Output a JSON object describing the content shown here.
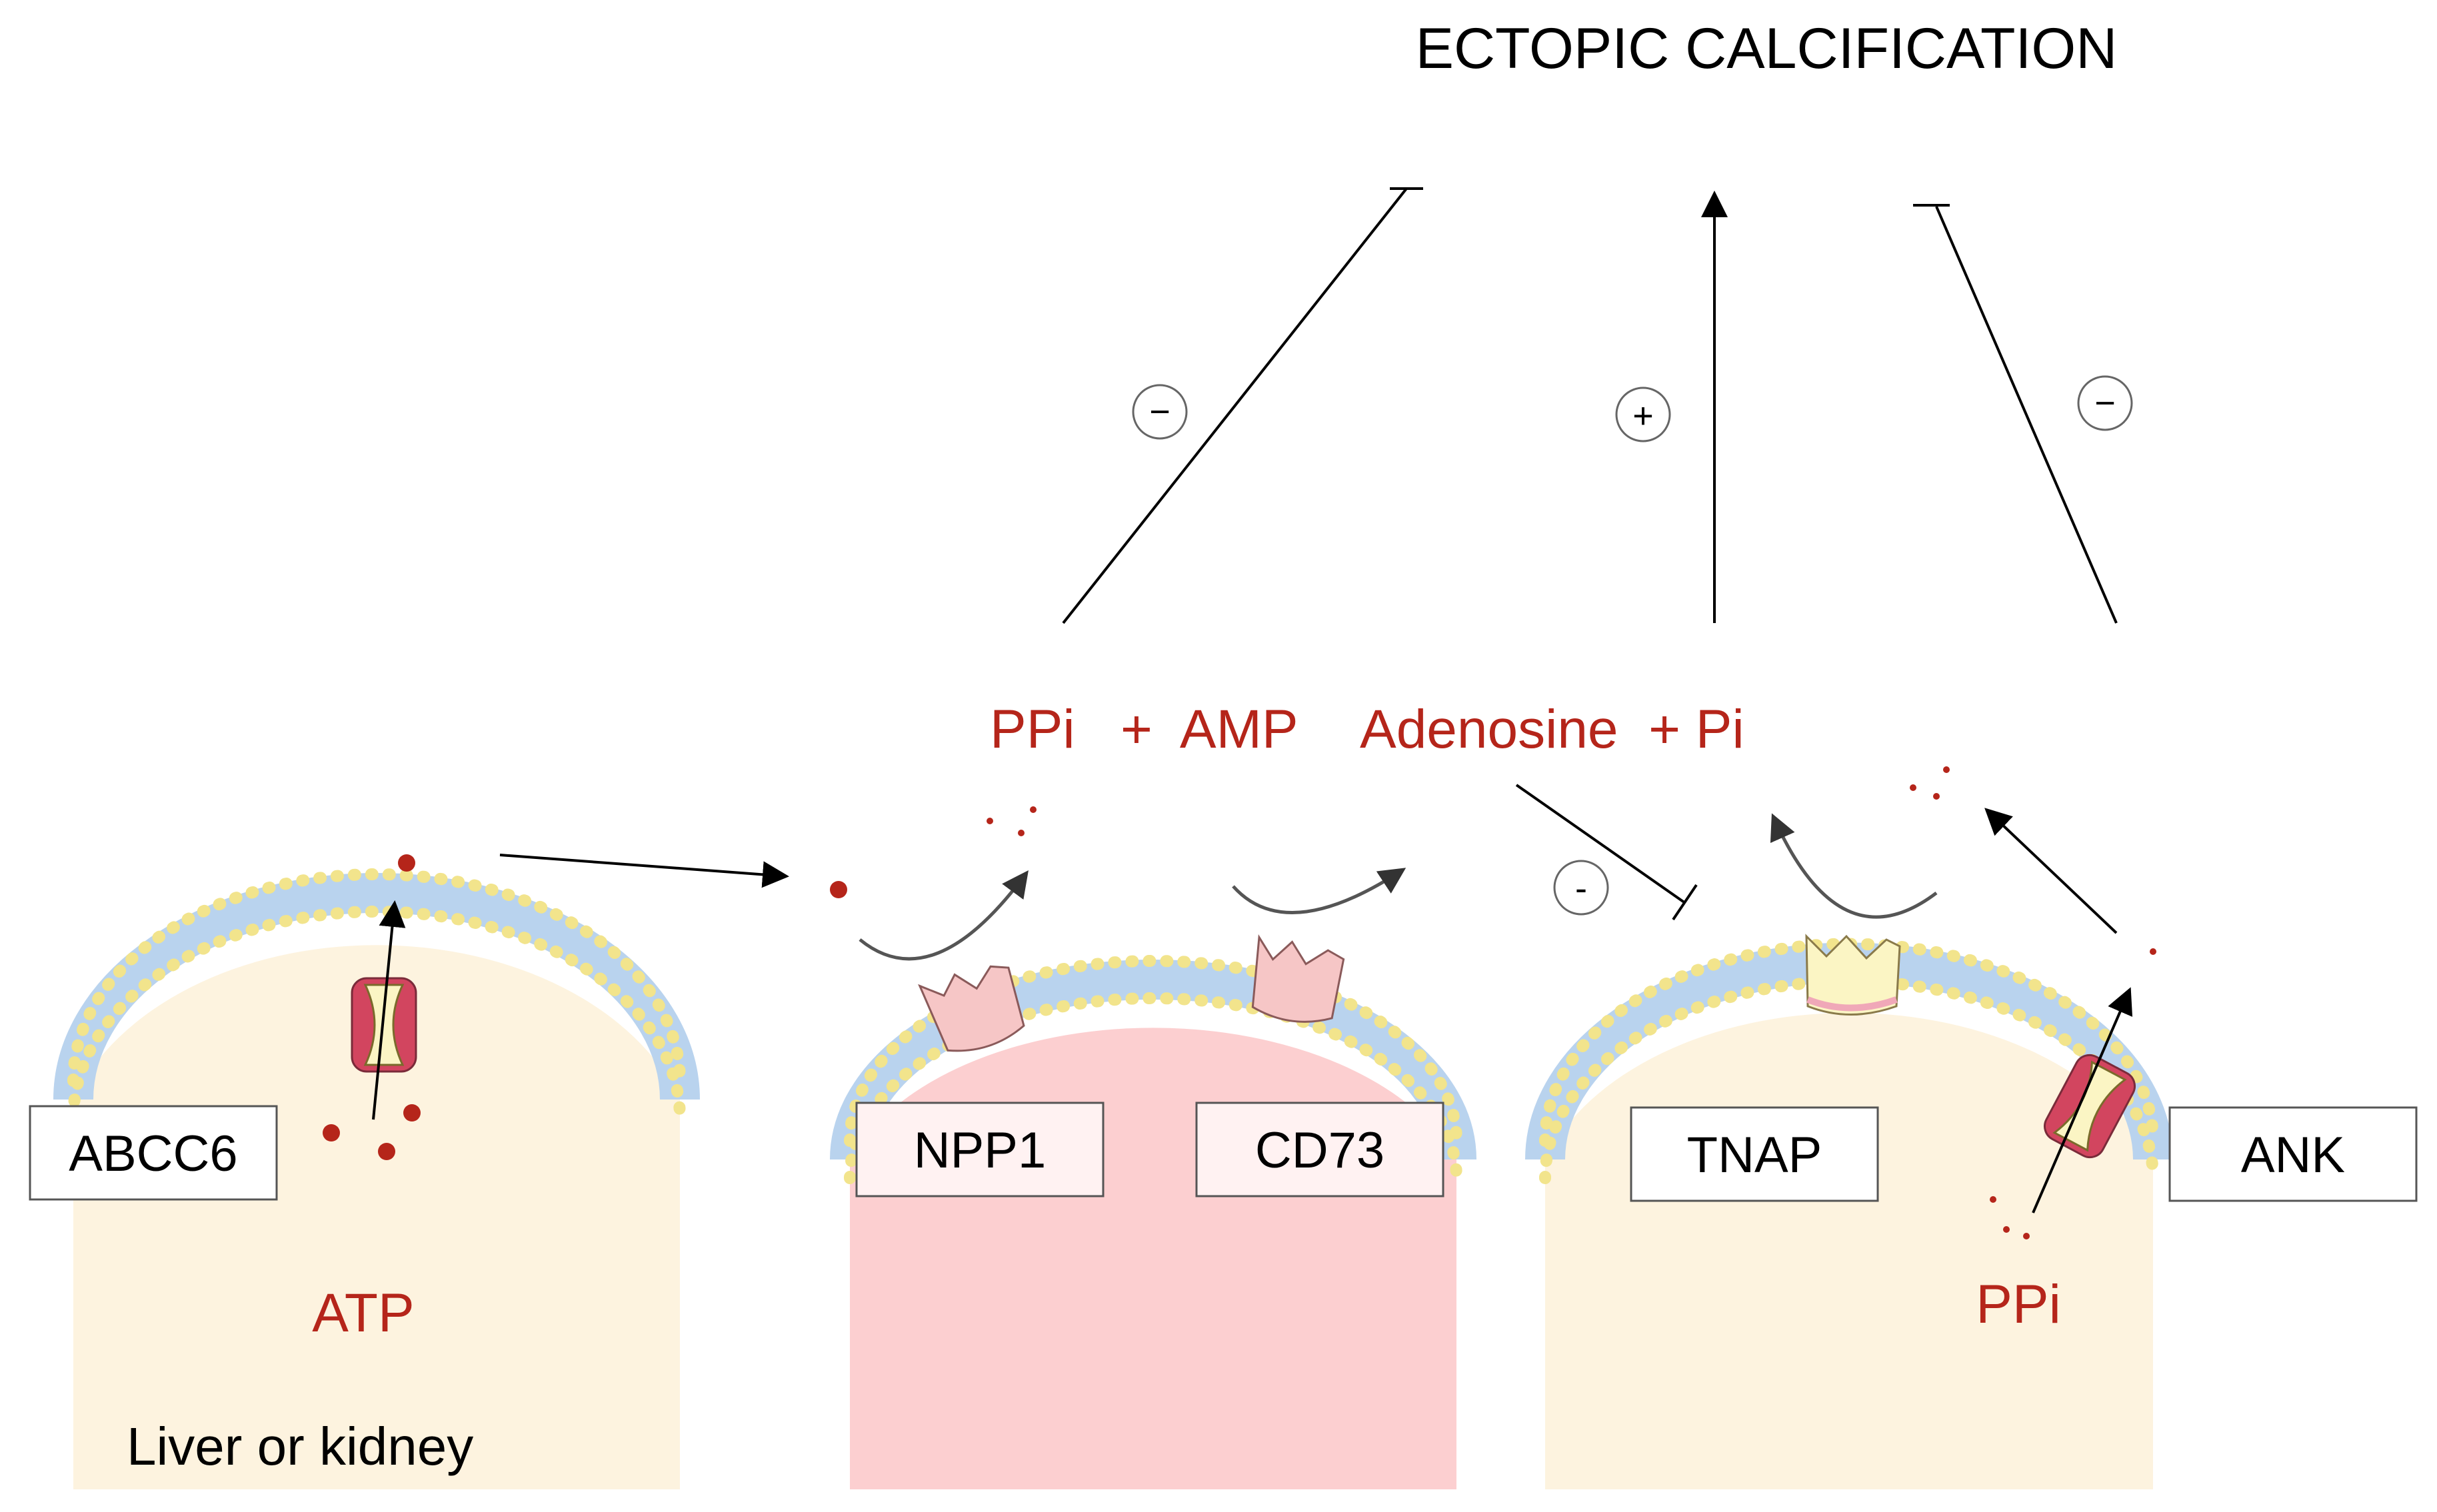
{
  "title": "ECTOPIC CALCIFICATION",
  "metabolites": {
    "ppi_amp": "PPi   +  AMP",
    "adenosine_pi": "Adenosine  + Pi",
    "atp": "ATP",
    "ppi_cell": "PPi"
  },
  "cells": {
    "left_caption": "Liver or kidney"
  },
  "proteins": {
    "abcc6": "ABCC6",
    "npp1": "NPP1",
    "cd73": "CD73",
    "tnap": "TNAP",
    "ank": "ANK"
  },
  "signs": {
    "ppi_inhibit": "−",
    "adenosine_promote": "+",
    "ppi_ank_inhibit": "−",
    "adenosine_tnap_inhibit": "-"
  },
  "colors": {
    "metabolite_red": "#b5251a",
    "cytoplasm_beige": "#fdf3df",
    "cytoplasm_pink": "#fccfd0",
    "lipid_head": "#f5eba0",
    "lipid_tail": "#b9d3ee",
    "enzyme_pink": "#f6c6c6",
    "enzyme_yellow": "#fbf5c4",
    "channel_red": "#d2455f"
  }
}
